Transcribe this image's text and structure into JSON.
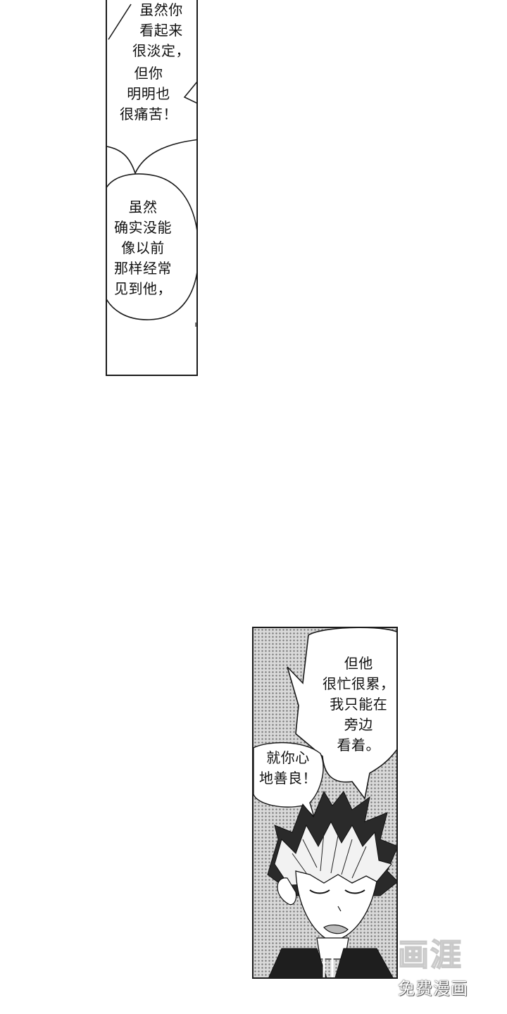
{
  "panels": {
    "top": {
      "bubble_1": {
        "lines": [
          "虽然你",
          "看起来",
          "很淡定，",
          "但你",
          "明明也",
          "很痛苦！"
        ]
      },
      "bubble_2": {
        "lines": [
          "虽然",
          "确实没能",
          "像以前",
          "那样经常",
          "见到他，"
        ]
      }
    },
    "bottom": {
      "bubble_large": {
        "lines": [
          "但他",
          "很忙很累，",
          "我只能在",
          "旁边",
          "看着。"
        ]
      },
      "bubble_small": {
        "lines": [
          "就你心",
          "地善良！"
        ]
      }
    }
  },
  "watermark": {
    "logo_text": "画涯",
    "caption": "免费漫画"
  },
  "colors": {
    "ink": "#111111",
    "screentone": "#d9d9d9",
    "paper": "#ffffff"
  }
}
